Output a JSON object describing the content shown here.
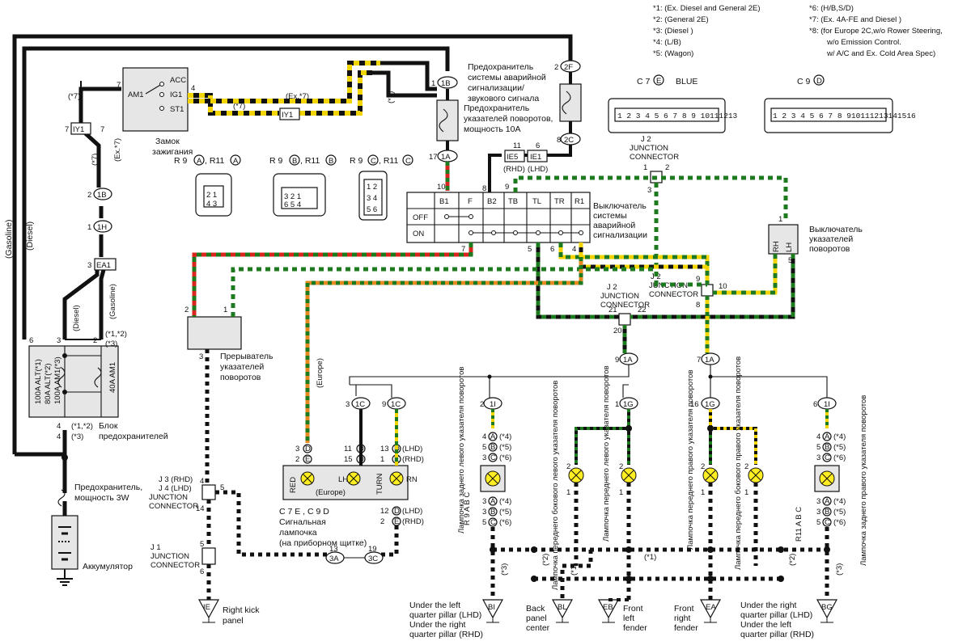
{
  "notes": [
    "*1:  (Ex. Diesel and General 2E)",
    "*2:  (General 2E)",
    "*3:  (Diesel )",
    "*4:  (L/B)",
    "*5:  (Wagon)",
    "*6:  (H/B,S/D)",
    "*7:  (Ex. 4A-FE and Diesel )",
    "*8:  (for Europe 2C,w/o Rower Steering,",
    "w/o Emission Control.",
    "w/ A/C and Ex. Cold Area Spec)"
  ],
  "labels": {
    "gasoline_v": "(Gasoline)",
    "diesel_v": "(Diesel)",
    "ign_switch_1": "Замок",
    "ign_switch_2": "зажигания",
    "fuse_hazard_1": "Предохранитель",
    "fuse_hazard_2": "системы аварийной",
    "fuse_hazard_3": "сигнализации/",
    "fuse_hazard_4": "звукового сигнала",
    "fuse_turn_1": "Предохранитель",
    "fuse_turn_2": "указателей поворотов,",
    "fuse_turn_3": "мощность 10A",
    "hazard_sw_1": "Выключатель",
    "hazard_sw_2": "системы",
    "hazard_sw_3": "аварийной",
    "hazard_sw_4": "сигнализации",
    "turn_sw_1": "Выключатель",
    "turn_sw_2": "указателей",
    "turn_sw_3": "поворотов",
    "flasher_1": "Прерыватель",
    "flasher_2": "указателей",
    "flasher_3": "поворотов",
    "fuse_block_1": "Блок",
    "fuse_block_2": "предохранителей",
    "fuse_3w_1": "Предохранитель,",
    "fuse_3w_2": "мощность 3W",
    "battery": "Аккумулятор",
    "signal_lamp_1": "Сигнальная",
    "signal_lamp_2": "лампочка",
    "signal_lamp_3": "(на приборном щитке)",
    "europe": "(Europe)",
    "blue": "BLUE",
    "off": "OFF",
    "on": "ON",
    "ex7": "(Ex.*7)",
    "star7": "(*7)",
    "star1": "(*1)",
    "star2": "(*2)",
    "star3": "(*3)",
    "star12": "(*1,*2)",
    "rhd": "(RHD)",
    "lhd": "(LHD)",
    "j2_1": "J 2",
    "j2_2": "JUNCTION",
    "j2_3": "CONNECTOR",
    "j34_1": "J 3 (RHD)",
    "j34_2": "J 4 (LHD)",
    "j34_3": "JUNCTION",
    "j34_4": "CONNECTOR",
    "j1_1": "J 1",
    "j1_2": "JUNCTION",
    "j1_3": "CONNECTOR",
    "lamp_rear_left": "Лампочка заднего левого указателя поворотов",
    "lamp_front_side_left": "Лампочка переднего бокового левого указателя поворотов",
    "lamp_front_left": "Лампочка переднего левого указателя поворотов",
    "lamp_front_right": "Лампочка переднего правого указателя поворотов",
    "lamp_front_side_right": "Лампочка переднего бокового правого указателя поворотов",
    "lamp_rear_right": "Лампочка заднего правого указателя поворотов",
    "r9_abc": "R 9 A B C",
    "r11_abc": "R11 A B C",
    "lamp_pins_red": "RED",
    "lamp_pins_lh": "LH",
    "lamp_pins_turn": "TURN",
    "lamp_pins_rn": "RN",
    "c7_c9": "C 7 E , C 9 D"
  },
  "grounds": [
    {
      "id": "IE",
      "l1": "Right kick",
      "l2": "panel"
    },
    {
      "id": "BI",
      "l1": "Under the left",
      "l2": "quarter pillar (LHD)",
      "l3": "Under the right",
      "l4": "quarter pillar (RHD)"
    },
    {
      "id": "BL",
      "l1": "Back",
      "l2": "panel",
      "l3": "center"
    },
    {
      "id": "EB",
      "l1": "Front",
      "l2": "left",
      "l3": "fender"
    },
    {
      "id": "EA",
      "l1": "Front",
      "l2": "right",
      "l3": "fender"
    },
    {
      "id": "BG",
      "l1": "Under the right",
      "l2": "quarter pillar (LHD)",
      "l3": "Under the left",
      "l4": "quarter pillar (RHD)"
    }
  ],
  "connectors": {
    "r9a": "R 9",
    "r11a": ", R11",
    "r9b": "R 9",
    "r11b": ", R11",
    "r9c": "R 9",
    "r11c": ", R11",
    "c7": "C 7",
    "c9": "C 9",
    "c7_pins": [
      "1",
      "2",
      "3",
      "4",
      "5",
      "6",
      "7",
      "8",
      "9",
      "10",
      "11",
      "12",
      "13"
    ],
    "c9_pins": [
      "1",
      "2",
      "3",
      "4",
      "5",
      "6",
      "7",
      "8",
      "9",
      "10",
      "11",
      "12",
      "13",
      "14",
      "15",
      "16"
    ]
  },
  "hazard_switch_cols": [
    "B1",
    "F",
    "B2",
    "TB",
    "TL",
    "TR",
    "R1"
  ],
  "fuse_block_fuses": [
    "100A ALT(*1)",
    "80A ALT(*2)",
    "100A AM1(*3)",
    "40A AM1"
  ],
  "turn_switch_pins": [
    "RH",
    "LH"
  ],
  "icons": {
    "fuse": "fuse-icon",
    "lamp": "lamp-bulb-icon",
    "ground": "ground-icon",
    "battery": "battery-icon",
    "switch": "switch-icon"
  },
  "colors": {
    "wire_black": "#111111",
    "wire_yellow": "#f2d400",
    "wire_green": "#1e7a1e",
    "wire_red": "#d8261e",
    "wire_orange": "#e58a1f",
    "lamp_fill": "#ffee22"
  }
}
